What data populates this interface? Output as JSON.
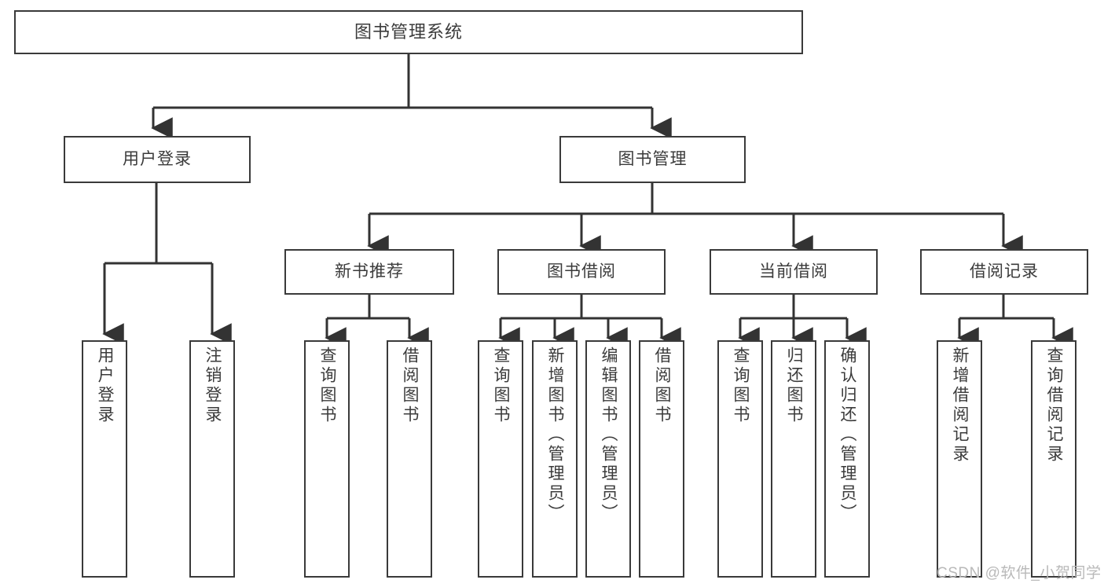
{
  "diagram": {
    "type": "tree-hierarchy",
    "title": "图书管理系统",
    "orientation": "top-down",
    "colors": {
      "box_border": "#3a3a3a",
      "box_fill": "#ffffff",
      "connector": "#333333",
      "text": "#3b3b3b",
      "watermark": "#b9b9b9",
      "background": "#ffffff"
    },
    "root": {
      "label": "图书管理系统"
    },
    "level2": [
      {
        "label": "用户登录"
      },
      {
        "label": "图书管理"
      }
    ],
    "level3": [
      {
        "label": "新书推荐"
      },
      {
        "label": "图书借阅"
      },
      {
        "label": "当前借阅"
      },
      {
        "label": "借阅记录"
      }
    ],
    "leaves_user_login": [
      {
        "label": "用户登录"
      },
      {
        "label": "注销登录"
      }
    ],
    "leaves_new_books": [
      {
        "label": "查询图书"
      },
      {
        "label": "借阅图书"
      }
    ],
    "leaves_borrow": [
      {
        "label": "查询图书"
      },
      {
        "label": "新增图书（管理员）"
      },
      {
        "label": "编辑图书（管理员）"
      },
      {
        "label": "借阅图书"
      }
    ],
    "leaves_current": [
      {
        "label": "查询图书"
      },
      {
        "label": "归还图书"
      },
      {
        "label": "确认归还（管理员）"
      }
    ],
    "leaves_records": [
      {
        "label": "新增借阅记录"
      },
      {
        "label": "查询借阅记录"
      }
    ]
  },
  "watermark": {
    "text": "CSDN @软件_小贺同学"
  }
}
